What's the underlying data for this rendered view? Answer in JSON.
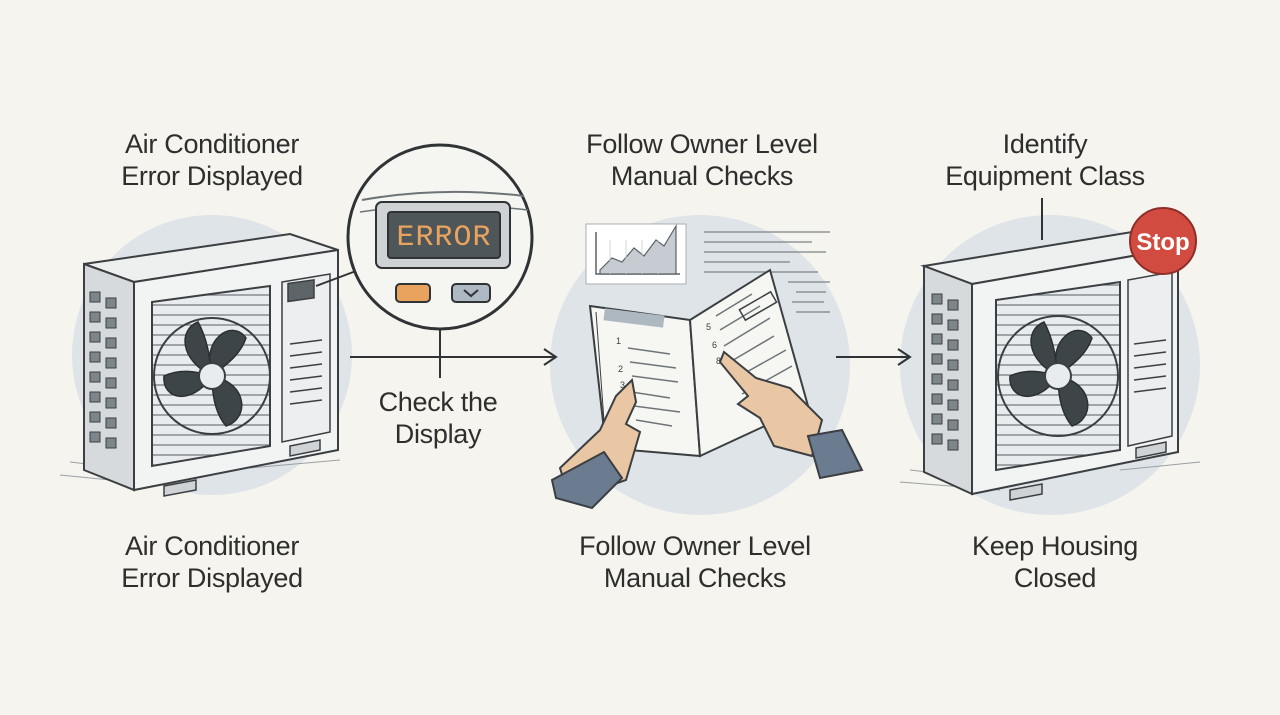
{
  "steps": [
    {
      "title_line1": "Air Conditioner",
      "title_line2": "Error Displayed",
      "caption_line1": "Air Conditioner",
      "caption_line2": "Error Displayed"
    },
    {
      "title_line1": "Follow Owner Level",
      "title_line2": "Manual Checks",
      "caption_line1": "Follow Owner Level",
      "caption_line2": "Manual Checks"
    },
    {
      "title_line1": "Identify",
      "title_line2": "Equipment Class",
      "caption_line1": "Keep Housing",
      "caption_line2": "Closed"
    }
  ],
  "callout": {
    "line1": "Check the",
    "line2": "Display"
  },
  "display_text": "ERROR",
  "stop_badge": "Stop",
  "colors": {
    "background": "#f5f4ee",
    "halo": "#dfe4e9",
    "stop_red": "#d24b40",
    "amber_button": "#e8a45e",
    "display_screen": "#4f5659"
  }
}
